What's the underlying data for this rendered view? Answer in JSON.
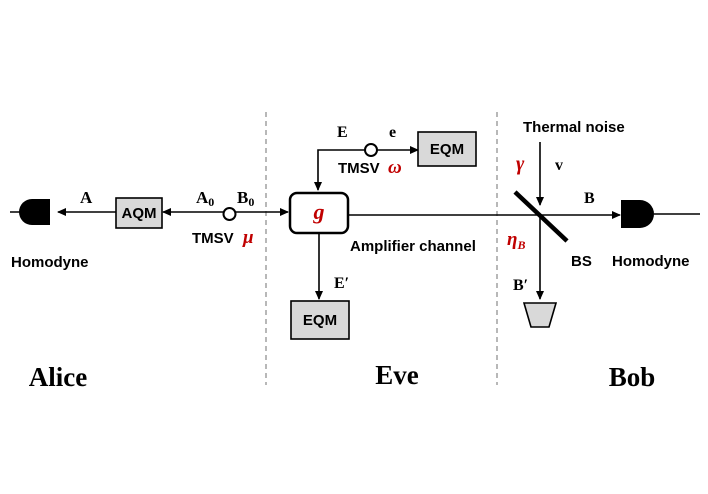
{
  "parties": {
    "alice": "Alice",
    "eve": "Eve",
    "bob": "Bob"
  },
  "alice": {
    "detector_label": "Homodyne",
    "mode_a": "A",
    "aqm": "AQM",
    "mode_a0": "A",
    "mode_a0_sub": "0",
    "mode_b0": "B",
    "mode_b0_sub": "0",
    "tmsv": "TMSV",
    "tmsv_param": "μ"
  },
  "eve": {
    "mode_e": "E",
    "mode_e_small": "e",
    "tmsv": "TMSV",
    "tmsv_param": "ω",
    "eqm_top": "EQM",
    "gain": "g",
    "channel_label": "Amplifier channel",
    "mode_e_prime": "E′",
    "eqm_bottom": "EQM"
  },
  "bob": {
    "thermal_noise": "Thermal noise",
    "gamma": "γ",
    "v": "v",
    "mode_b": "B",
    "eta": "η",
    "eta_sub": "B",
    "bs": "BS",
    "mode_b_prime": "B′",
    "detector_label": "Homodyne"
  },
  "colors": {
    "param_red": "#c00000",
    "box_fill": "#d9d9d9",
    "line": "#000000",
    "divider": "#888888"
  }
}
